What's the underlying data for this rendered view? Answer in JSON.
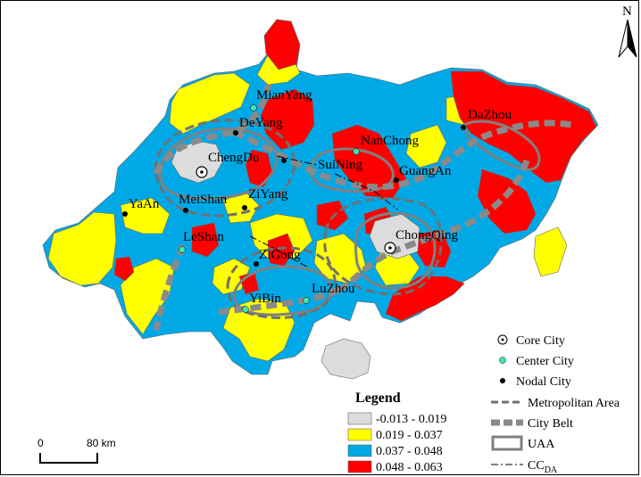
{
  "north_label": "N",
  "colors": {
    "class1": "#dcdcdc",
    "class2": "#ffff00",
    "class3": "#00a9e6",
    "class4": "#ff0000",
    "route": "#7a7a7a",
    "center_city": "#3ee8b0"
  },
  "cities": {
    "mianyang": "MianYang",
    "deyang": "DeYang",
    "chengdu": "ChengDu",
    "nanchong": "NanChong",
    "suining": "SuiNing",
    "guangan": "GuangAn",
    "dazhou": "DaZhou",
    "yaan": "YaAn",
    "meishan": "MeiShan",
    "ziyang": "ZiYang",
    "leshan": "LeShan",
    "chongqing": "ChongQing",
    "zigong": "ZiGong",
    "luzhou": "LuZhou",
    "yibin": "YiBin"
  },
  "legend": {
    "title": "Legend",
    "classes": [
      "-0.013 - 0.019",
      "0.019 - 0.037",
      "0.037 - 0.048",
      "0.048 - 0.063"
    ],
    "symbols": {
      "core_city": "Core City",
      "center_city": "Center City",
      "nodal_city": "Nodal City",
      "metropolitan_area": "Metropolitan Area",
      "city_belt": "City Belt",
      "uaa": "UAA",
      "cc_da": "CC",
      "cc_da_sub": "DA"
    }
  },
  "scale": {
    "start": "0",
    "end": "80 km"
  }
}
